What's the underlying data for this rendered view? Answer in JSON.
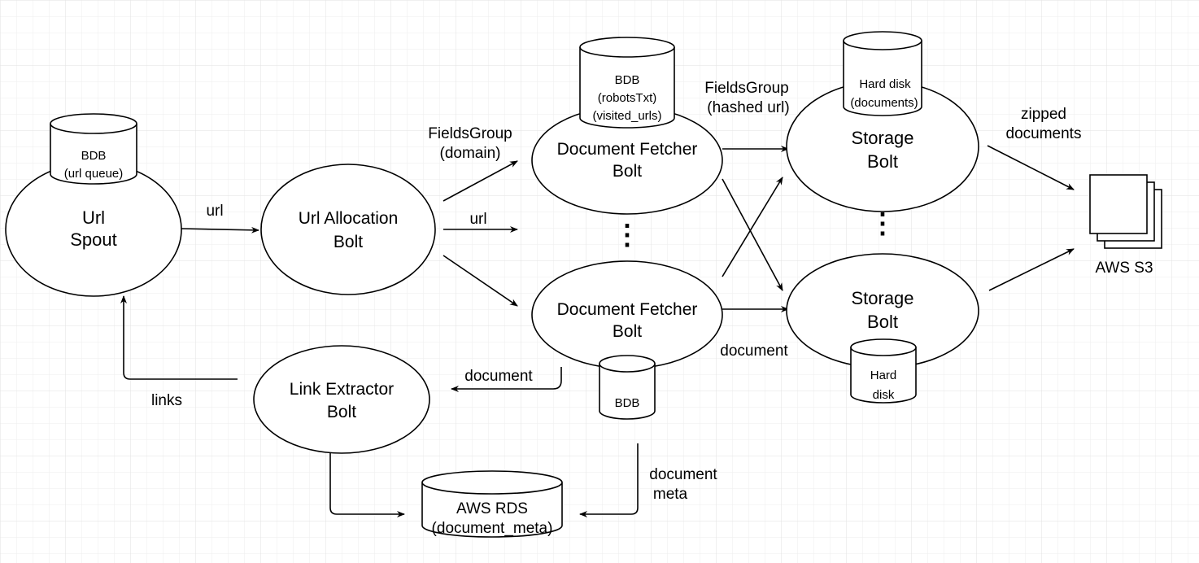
{
  "nodes": {
    "url_spout": {
      "line1": "Url",
      "line2": "Spout"
    },
    "url_allocation": {
      "line1": "Url Allocation",
      "line2": "Bolt"
    },
    "fetcher_top": {
      "line1": "Document Fetcher",
      "line2": "Bolt"
    },
    "fetcher_bottom": {
      "line1": "Document Fetcher",
      "line2": "Bolt"
    },
    "storage_top": {
      "line1": "Storage",
      "line2": "Bolt"
    },
    "storage_bottom": {
      "line1": "Storage",
      "line2": "Bolt"
    },
    "link_extractor": {
      "line1": "Link Extractor",
      "line2": "Bolt"
    },
    "aws_s3": {
      "label": "AWS S3"
    }
  },
  "databases": {
    "spout_db": {
      "line1": "BDB",
      "line2": "(url queue)"
    },
    "fetcher_top_db": {
      "line1": "BDB",
      "line2": "(robotsTxt)",
      "line3": "(visited_urls)"
    },
    "fetcher_bottom_db": {
      "line1": "BDB"
    },
    "storage_top_db": {
      "line1": "Hard disk",
      "line2": "(documents)"
    },
    "storage_bottom_db": {
      "line1": "Hard",
      "line2": "disk"
    },
    "aws_rds": {
      "line1": "AWS RDS",
      "line2": "(document_meta)"
    }
  },
  "edge_labels": {
    "url_1": "url",
    "url_2": "url",
    "fieldsgroup_domain_1": "FieldsGroup",
    "fieldsgroup_domain_2": "(domain)",
    "fieldsgroup_hashed_1": "FieldsGroup",
    "fieldsgroup_hashed_2": "(hashed url)",
    "zipped_1": "zipped",
    "zipped_2": "documents",
    "document_storage": "document",
    "document_link": "document",
    "links": "links",
    "document_meta_1": "document",
    "document_meta_2": "meta"
  },
  "ellipsis": {
    "symbol": "⋮"
  }
}
